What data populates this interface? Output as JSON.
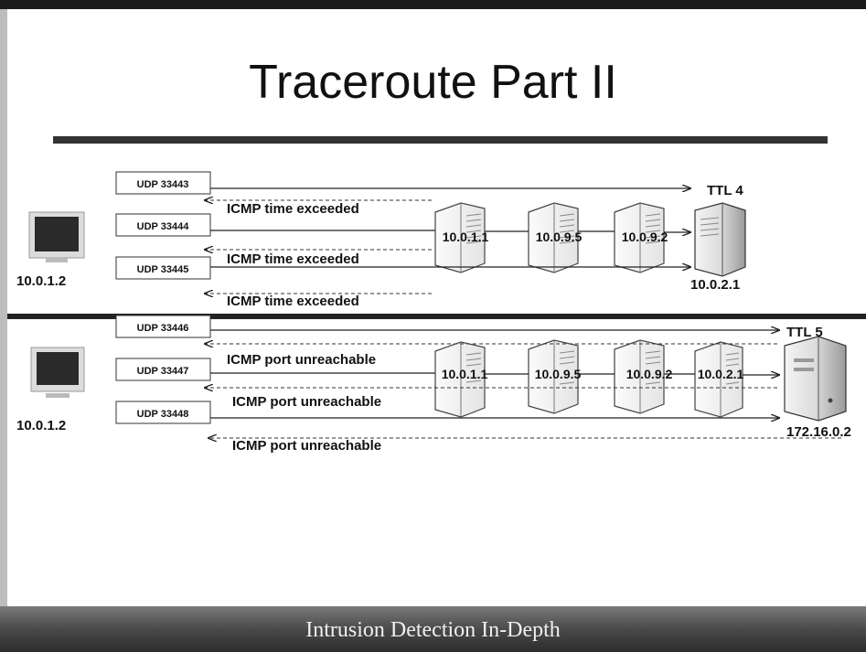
{
  "slide": {
    "title": "Traceroute Part II",
    "footer": "Intrusion Detection In-Depth"
  },
  "part1": {
    "source_host": "10.0.1.2",
    "ttl_label": "TTL 4",
    "destination": "10.0.2.1",
    "probes": [
      "UDP 33443",
      "UDP 33444",
      "UDP 33445"
    ],
    "replies": [
      "ICMP time exceeded",
      "ICMP time exceeded",
      "ICMP time exceeded"
    ],
    "routers": [
      "10.0.1.1",
      "10.0.9.5",
      "10.0.9.2"
    ]
  },
  "part2": {
    "source_host": "10.0.1.2",
    "ttl_label": "TTL 5",
    "destination": "172.16.0.2",
    "probes": [
      "UDP 33446",
      "UDP 33447",
      "UDP 33448"
    ],
    "replies": [
      "ICMP port unreachable",
      "ICMP port unreachable",
      "ICMP port unreachable"
    ],
    "routers": [
      "10.0.1.1",
      "10.0.9.5",
      "10.0.9.2",
      "10.0.2.1"
    ]
  }
}
